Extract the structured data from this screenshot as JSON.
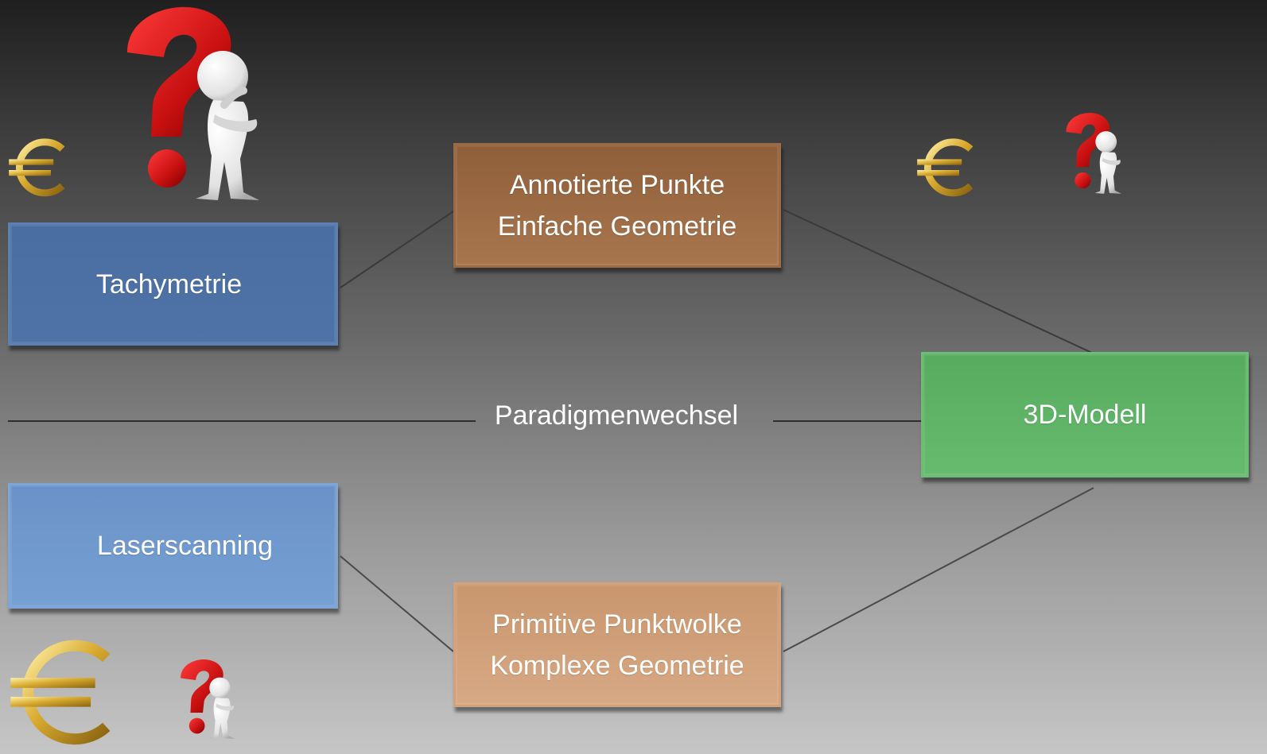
{
  "nodes": {
    "tachymetrie": {
      "label": "Tachymetrie"
    },
    "laserscanning": {
      "label": "Laserscanning"
    },
    "annotated": {
      "line1": "Annotierte Punkte",
      "line2": "Einfache Geometrie"
    },
    "primitive": {
      "line1": "Primitive Punktwolke",
      "line2": "Komplexe Geometrie"
    },
    "model": {
      "label": "3D-Modell"
    }
  },
  "divider": {
    "label": "Paradigmenwechsel"
  },
  "icons": [
    "euro-icon",
    "thinking-figure-question-icon"
  ],
  "colors": {
    "tachymetrie": "#4f73a6",
    "laserscanning": "#72a0d4",
    "annotated": "#9d6b44",
    "primitive": "#d2a27c",
    "model": "#5fb468",
    "question_mark": "#c81818",
    "euro": "#d4a72c"
  }
}
